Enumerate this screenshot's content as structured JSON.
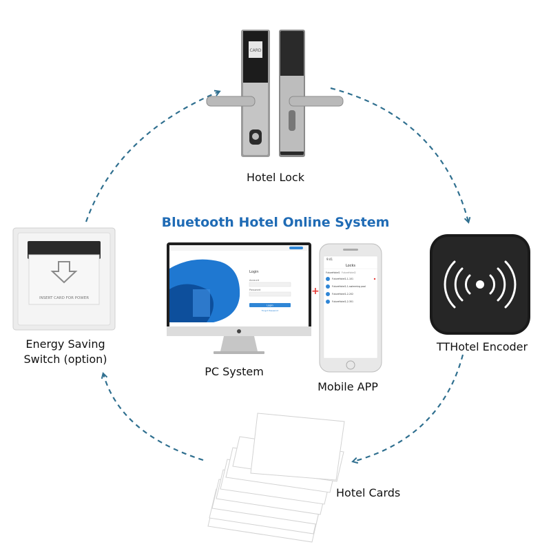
{
  "title": "Bluetooth Hotel Online System",
  "nodes": {
    "lock": {
      "label": "Hotel Lock",
      "card_text": "CARD"
    },
    "encoder": {
      "label": "TTHotel Encoder"
    },
    "cards": {
      "label": "Hotel Cards"
    },
    "switch": {
      "label_line1": "Energy Saving",
      "label_line2": "Switch (option)",
      "plate_text": "INSERT CARD FOR POWER"
    },
    "pc": {
      "label": "PC System",
      "login_title": "Login",
      "account_label": "Account",
      "password_label": "Password",
      "button_text": "Login",
      "forgot_text": "Forgot Password"
    },
    "mobile": {
      "label": "Mobile APP",
      "status_time": "9:41",
      "header_title": "Locks",
      "tabs": [
        "FutureHotel1",
        "FutureHotel2"
      ],
      "list": [
        "FutureHotel1-1-101",
        "FutureHotel1-1-swimming pool",
        "FutureHotel1-2-202",
        "FutureHotel1-2-301"
      ]
    }
  },
  "plus_sign": "+",
  "colors": {
    "accent": "#1f6bb5",
    "arrow": "#2f6f8f"
  }
}
